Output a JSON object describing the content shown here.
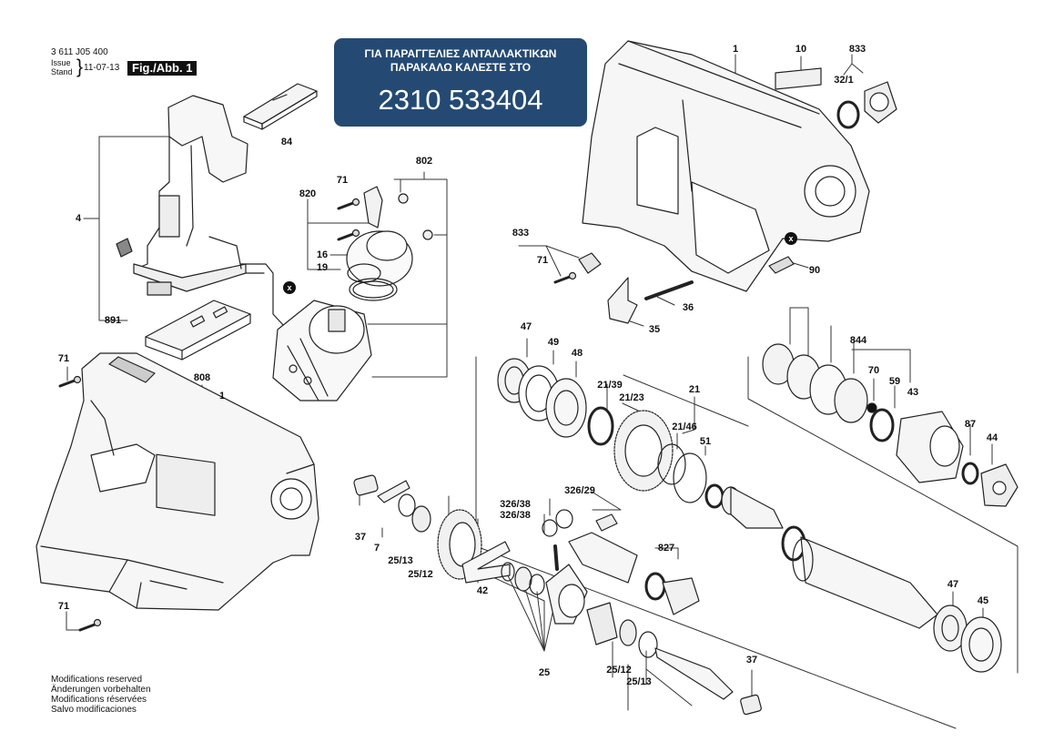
{
  "header": {
    "doc_code": "3 611 J05 400",
    "issue_label": "Issue",
    "stand_label": "Stand",
    "date": "11-07-13",
    "figure_label": "Fig./Abb. 1"
  },
  "banner": {
    "line1": "ΓΙΑ ΠΑΡΑΓΓΕΛΙΕΣ ΑΝΤΑΛΛΑΚΤΙΚΩΝ",
    "line2": "ΠΑΡΑΚΑΛΩ ΚΑΛΕΣΤΕ ΣΤΟ",
    "phone": "2310 533404",
    "bg_color": "#244a73"
  },
  "footer": {
    "lines": [
      "Modifications reserved",
      "Änderungen vorbehalten",
      "Modifications réservées",
      "Salvo modificaciones"
    ]
  },
  "callouts": [
    {
      "id": "c84",
      "text": "84"
    },
    {
      "id": "c4",
      "text": "4"
    },
    {
      "id": "c891",
      "text": "891"
    },
    {
      "id": "c71a",
      "text": "71"
    },
    {
      "id": "c820",
      "text": "820"
    },
    {
      "id": "c16",
      "text": "16"
    },
    {
      "id": "c19",
      "text": "19"
    },
    {
      "id": "c802",
      "text": "802"
    },
    {
      "id": "c71b",
      "text": "71"
    },
    {
      "id": "c808",
      "text": "808"
    },
    {
      "id": "c1a",
      "text": "1"
    },
    {
      "id": "c71c",
      "text": "71"
    },
    {
      "id": "c1b",
      "text": "1"
    },
    {
      "id": "c10",
      "text": "10"
    },
    {
      "id": "c833a",
      "text": "833"
    },
    {
      "id": "c32_1",
      "text": "32/1"
    },
    {
      "id": "c833b",
      "text": "833"
    },
    {
      "id": "c71d",
      "text": "71"
    },
    {
      "id": "c90",
      "text": "90"
    },
    {
      "id": "c36",
      "text": "36"
    },
    {
      "id": "c35",
      "text": "35"
    },
    {
      "id": "c47a",
      "text": "47"
    },
    {
      "id": "c49",
      "text": "49"
    },
    {
      "id": "c48",
      "text": "48"
    },
    {
      "id": "c21_39",
      "text": "21/39"
    },
    {
      "id": "c21_23",
      "text": "21/23"
    },
    {
      "id": "c21",
      "text": "21"
    },
    {
      "id": "c21_46",
      "text": "21/46"
    },
    {
      "id": "c51",
      "text": "51"
    },
    {
      "id": "c844",
      "text": "844"
    },
    {
      "id": "c70",
      "text": "70"
    },
    {
      "id": "c59",
      "text": "59"
    },
    {
      "id": "c43",
      "text": "43"
    },
    {
      "id": "c87",
      "text": "87"
    },
    {
      "id": "c44",
      "text": "44"
    },
    {
      "id": "c326_29",
      "text": "326/29"
    },
    {
      "id": "c326_38a",
      "text": "326/38"
    },
    {
      "id": "c326_38b",
      "text": "326/38"
    },
    {
      "id": "c827",
      "text": "827"
    },
    {
      "id": "c37a",
      "text": "37"
    },
    {
      "id": "c7",
      "text": "7"
    },
    {
      "id": "c25_13a",
      "text": "25/13"
    },
    {
      "id": "c25_12a",
      "text": "25/12"
    },
    {
      "id": "c42",
      "text": "42"
    },
    {
      "id": "c25",
      "text": "25"
    },
    {
      "id": "c25_12b",
      "text": "25/12"
    },
    {
      "id": "c25_13b",
      "text": "25/13"
    },
    {
      "id": "c37b",
      "text": "37"
    },
    {
      "id": "c47b",
      "text": "47"
    },
    {
      "id": "c45",
      "text": "45"
    }
  ],
  "marker_symbol": "x"
}
